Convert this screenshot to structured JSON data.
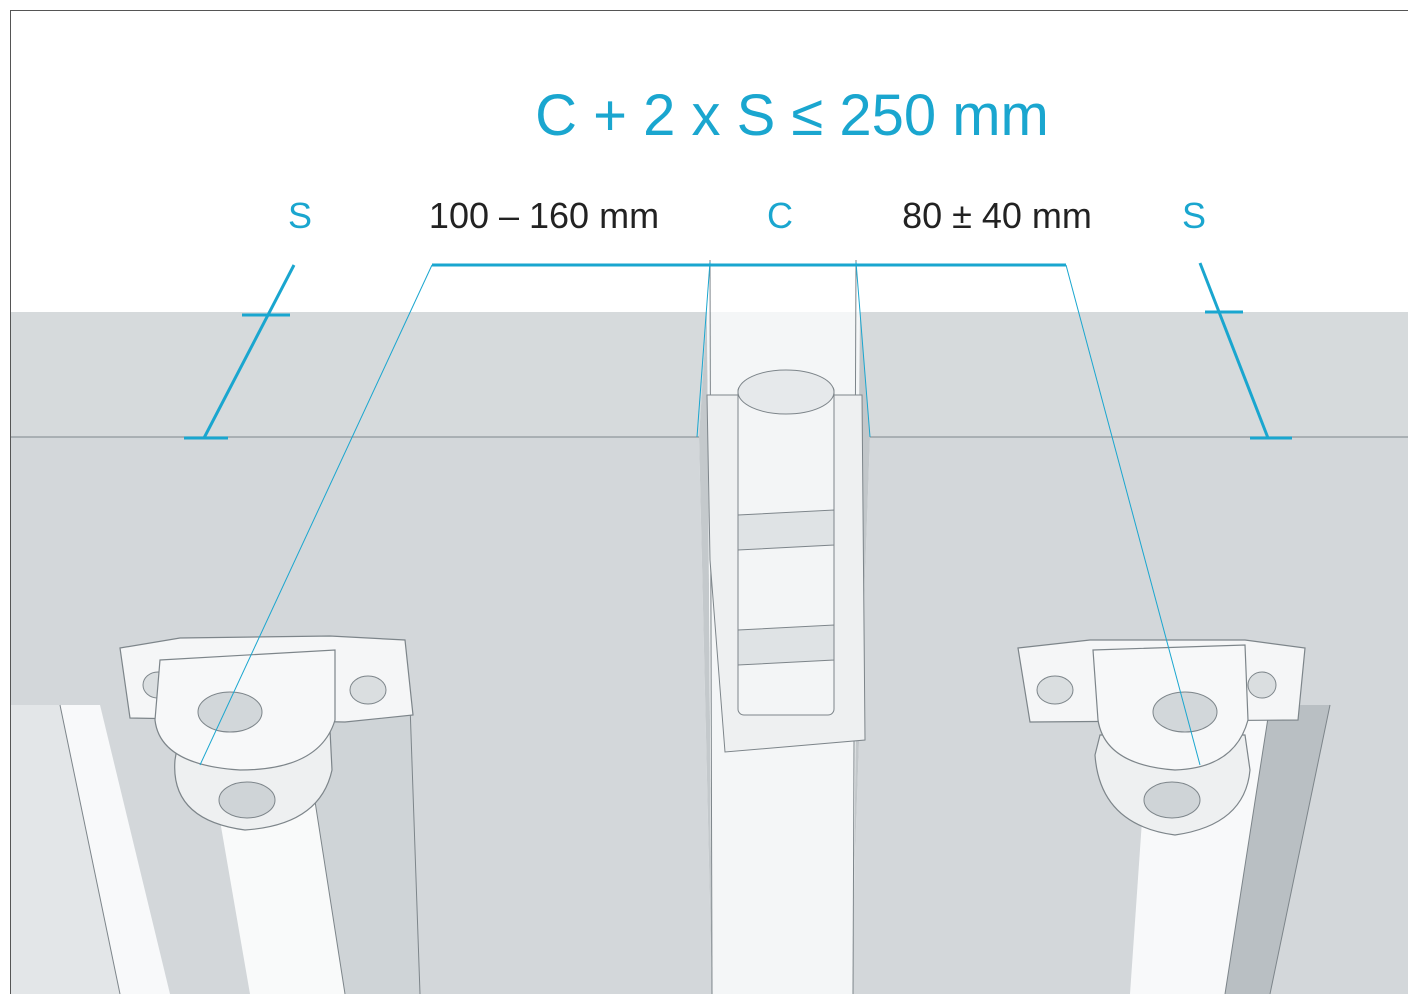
{
  "formula": "C + 2 x S ≤ 250 mm",
  "labels": {
    "s_left": "S",
    "range_left": "100 – 160 mm",
    "c": "C",
    "range_right": "80 ± 40 mm",
    "s_right": "S"
  },
  "colors": {
    "accent": "#1aa6cf",
    "label_dark": "#222222",
    "panel": "#d5d9dc",
    "panel_edge": "#8f979c",
    "frame_border": "#555555"
  }
}
